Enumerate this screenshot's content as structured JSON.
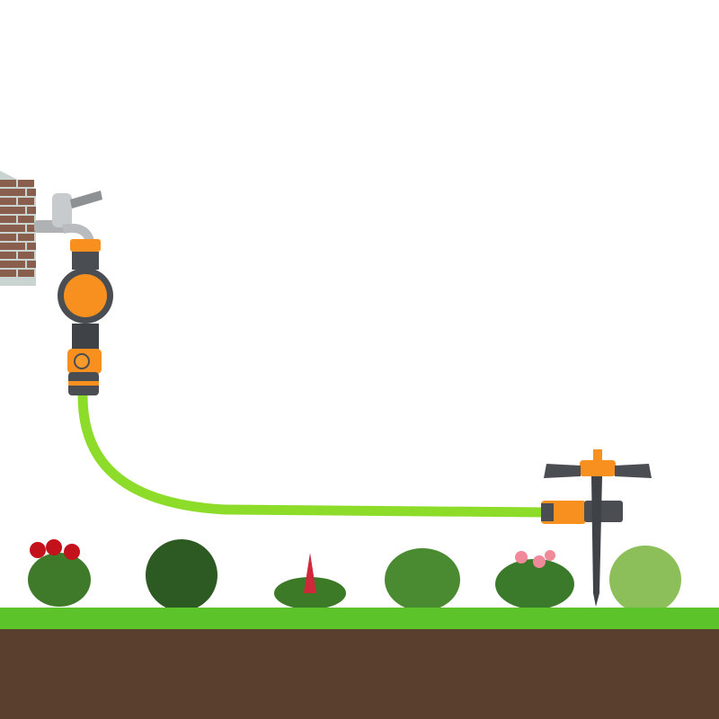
{
  "scene": {
    "colors": {
      "background": "#ffffff",
      "brick": "#8a5e4c",
      "mortar": "#c9d3cf",
      "tap_chrome": "#b9bcbf",
      "fitting_orange": "#f7901e",
      "fitting_gray": "#4a4d52",
      "hose_green": "#8edc2a",
      "grass": "#5cc42a",
      "soil": "#5a3f2e"
    },
    "objects": [
      "brick-wall",
      "garden-tap",
      "water-timer",
      "hose-connector",
      "garden-hose",
      "sprinkler",
      "plants",
      "grass",
      "soil"
    ]
  }
}
